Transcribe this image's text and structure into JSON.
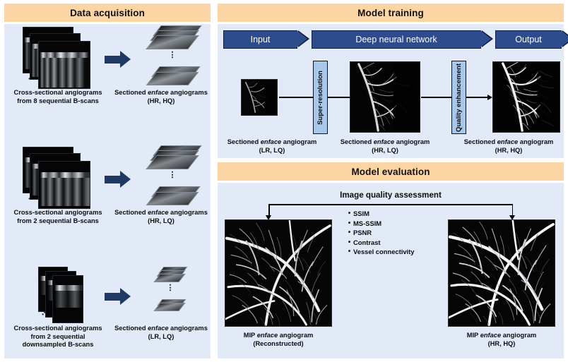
{
  "figure": {
    "colors": {
      "header_bg": "#fcd5a4",
      "panel_bg": "#e1eaf6",
      "arrow_navy": "#1f3864",
      "chevron_blue": "#2e4b8c",
      "process_box_blue": "#a9c7e8",
      "page_bg": "#ffffff"
    }
  },
  "panels": {
    "data_acquisition": {
      "title": "Data acquisition",
      "rows": [
        {
          "source_caption_line1": "Cross-sectional angiograms",
          "source_caption_line2": "from 8 sequential B-scans",
          "source_caption_line3": "",
          "result_caption_line1": "Sectioned enface angiograms",
          "result_caption_line2": "(HR, HQ)",
          "source_label": "cross-sectional-angiogram-stack",
          "result_label": "sectioned-enface-angiogram-stack",
          "arrow_label": "process-arrow",
          "vertical_ellipsis": "⋮",
          "resolution": "HR",
          "quality": "HQ",
          "bscan_count": "8"
        },
        {
          "source_caption_line1": "Cross-sectional angiograms",
          "source_caption_line2": "from 2 sequential B-scans",
          "source_caption_line3": "",
          "result_caption_line1": "Sectioned enface angiograms",
          "result_caption_line2": "(HR, LQ)",
          "source_label": "cross-sectional-angiogram-stack",
          "result_label": "sectioned-enface-angiogram-stack",
          "arrow_label": "process-arrow",
          "vertical_ellipsis": "⋮",
          "resolution": "HR",
          "quality": "LQ",
          "bscan_count": "2"
        },
        {
          "source_caption_line1": "Cross-sectional angiograms",
          "source_caption_line2": "from 2 sequential",
          "source_caption_line3": "downsampled B-scans",
          "result_caption_line1": "Sectioned enface angiograms",
          "result_caption_line2": "(LR, LQ)",
          "source_label": "cross-sectional-angiogram-stack",
          "result_label": "sectioned-enface-angiogram-stack",
          "arrow_label": "process-arrow",
          "vertical_ellipsis": "⋮",
          "resolution": "LR",
          "quality": "LQ",
          "bscan_count": "2"
        }
      ]
    },
    "model_training": {
      "title": "Model training",
      "ribbon": [
        {
          "label": "Input"
        },
        {
          "label": "Deep neural network"
        },
        {
          "label": "Output"
        }
      ],
      "process_boxes": [
        {
          "label": "Super-resolution"
        },
        {
          "label": "Quality enhancement"
        }
      ],
      "images": [
        {
          "caption_line1": "Sectioned enface angiogram",
          "caption_line2": "(LR, LQ)",
          "resolution": "LR",
          "quality": "LQ"
        },
        {
          "caption_line1": "Sectioned enface angiogram",
          "caption_line2": "(HR, LQ)",
          "resolution": "HR",
          "quality": "LQ"
        },
        {
          "caption_line1": "Sectioned enface angiogram",
          "caption_line2": "(HR, HQ)",
          "resolution": "HR",
          "quality": "HQ"
        }
      ]
    },
    "model_evaluation": {
      "title": "Model evaluation",
      "assessment_title": "Image quality assessment",
      "metrics": [
        {
          "bullet": "•",
          "label": "SSIM"
        },
        {
          "bullet": "•",
          "label": "MS-SSIM"
        },
        {
          "bullet": "•",
          "label": "PSNR"
        },
        {
          "bullet": "•",
          "label": "Contrast"
        },
        {
          "bullet": "•",
          "label": "Vessel connectivity"
        }
      ],
      "images": [
        {
          "caption_line1": "MIP enface angiogram",
          "caption_line2": "(Reconstructed)"
        },
        {
          "caption_line1": "MIP enface angiogram",
          "caption_line2": "(HR, HQ)"
        }
      ]
    }
  }
}
